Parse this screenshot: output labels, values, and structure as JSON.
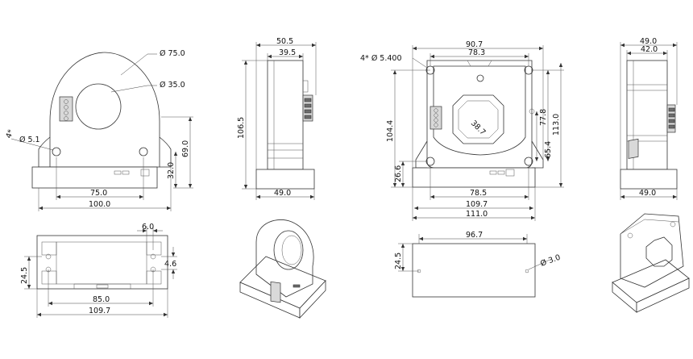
{
  "front_view": {
    "outer_dia": "Ø  75.0",
    "inner_dia": "Ø  35.0",
    "hole_note": "4*",
    "hole_dia": "Ø  5.1",
    "height_69": "69.0",
    "height_32": "32.0",
    "width_75": "75.0",
    "width_100": "100.0"
  },
  "side_view": {
    "width_50_5": "50.5",
    "width_39_5": "39.5",
    "height_106_5": "106.5",
    "base_49": "49.0"
  },
  "front_view_2": {
    "hole_spec": "4*  Ø  5.400",
    "top_90_7": "90.7",
    "top_78_3": "78.3",
    "window_38_7": "38.7",
    "left_104_4": "104.4",
    "right_77_8": "77.8",
    "right_113": "113.0",
    "right_65_4": "65.4",
    "left_26_6": "26.6",
    "bottom_78_5": "78.5",
    "bottom_109_7": "109.7",
    "bottom_111": "111.0"
  },
  "side_view_2": {
    "top_49": "49.0",
    "top_42": "42.0",
    "base_49": "49.0"
  },
  "bottom_view": {
    "dim_6": "6.0",
    "dim_4_6": "4.6",
    "dim_24_5": "24.5",
    "dim_85": "85.0",
    "dim_109_7": "109.7"
  },
  "bottom_view_2": {
    "dim_96_7": "96.7",
    "dim_24_5": "24.5",
    "hole_dia": "Ø  3.0"
  }
}
